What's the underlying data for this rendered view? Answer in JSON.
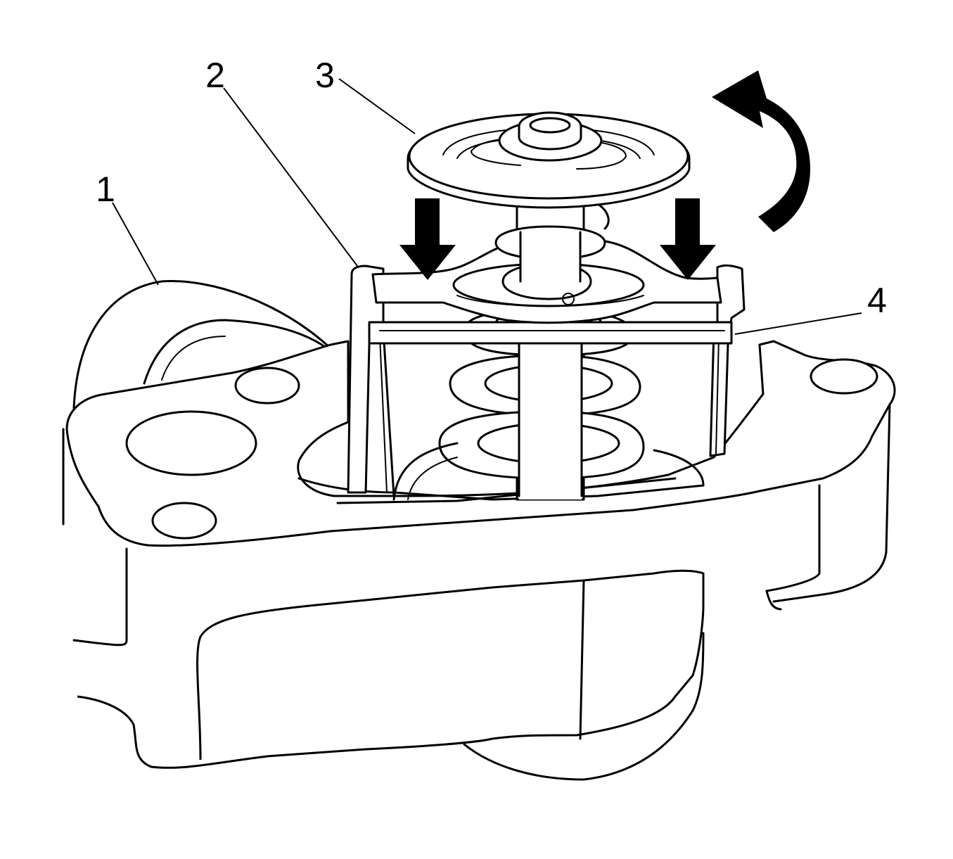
{
  "callouts": {
    "c1": "1",
    "c2": "2",
    "c3": "3",
    "c4": "4"
  },
  "icons": {
    "press_arrows": "arrow-down-icon",
    "rotate_arrow": "rotate-counterclockwise-icon"
  },
  "colors": {
    "line": "#000000",
    "background": "#ffffff"
  }
}
